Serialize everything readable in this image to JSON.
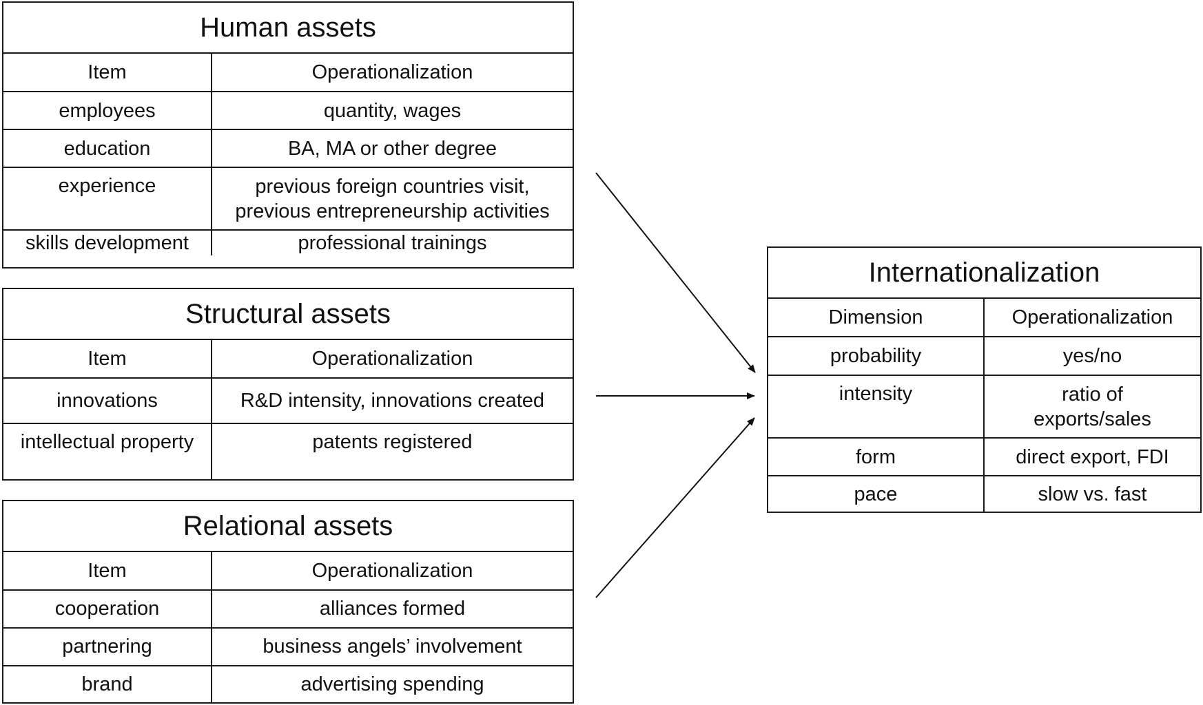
{
  "human": {
    "title": "Human assets",
    "col_item": "Item",
    "col_op": "Operationalization",
    "rows": [
      {
        "item": "employees",
        "op": "quantity, wages"
      },
      {
        "item": "education",
        "op": "BA, MA or other degree"
      },
      {
        "item": "experience",
        "op1": "previous foreign countries visit,",
        "op2": "previous entrepreneurship activities"
      },
      {
        "item": "skills development",
        "op": "professional trainings"
      }
    ]
  },
  "structural": {
    "title": "Structural assets",
    "col_item": "Item",
    "col_op": "Operationalization",
    "rows": [
      {
        "item": "innovations",
        "op": "R&D intensity, innovations created"
      },
      {
        "item": "intellectual property",
        "op": "patents registered"
      }
    ]
  },
  "relational": {
    "title": "Relational assets",
    "col_item": "Item",
    "col_op": "Operationalization",
    "rows": [
      {
        "item": "cooperation",
        "op": "alliances formed"
      },
      {
        "item": "partnering",
        "op": "business angels’ involvement"
      },
      {
        "item": "brand",
        "op": "advertising spending"
      }
    ]
  },
  "internationalization": {
    "title": "Internationalization",
    "col_dim": "Dimension",
    "col_op": "Operationalization",
    "rows": [
      {
        "dim": "probability",
        "op": "yes/no"
      },
      {
        "dim": "intensity",
        "op1": "ratio of",
        "op2": "exports/sales"
      },
      {
        "dim": "form",
        "op": "direct export, FDI"
      },
      {
        "dim": "pace",
        "op": "slow vs. fast"
      }
    ]
  }
}
